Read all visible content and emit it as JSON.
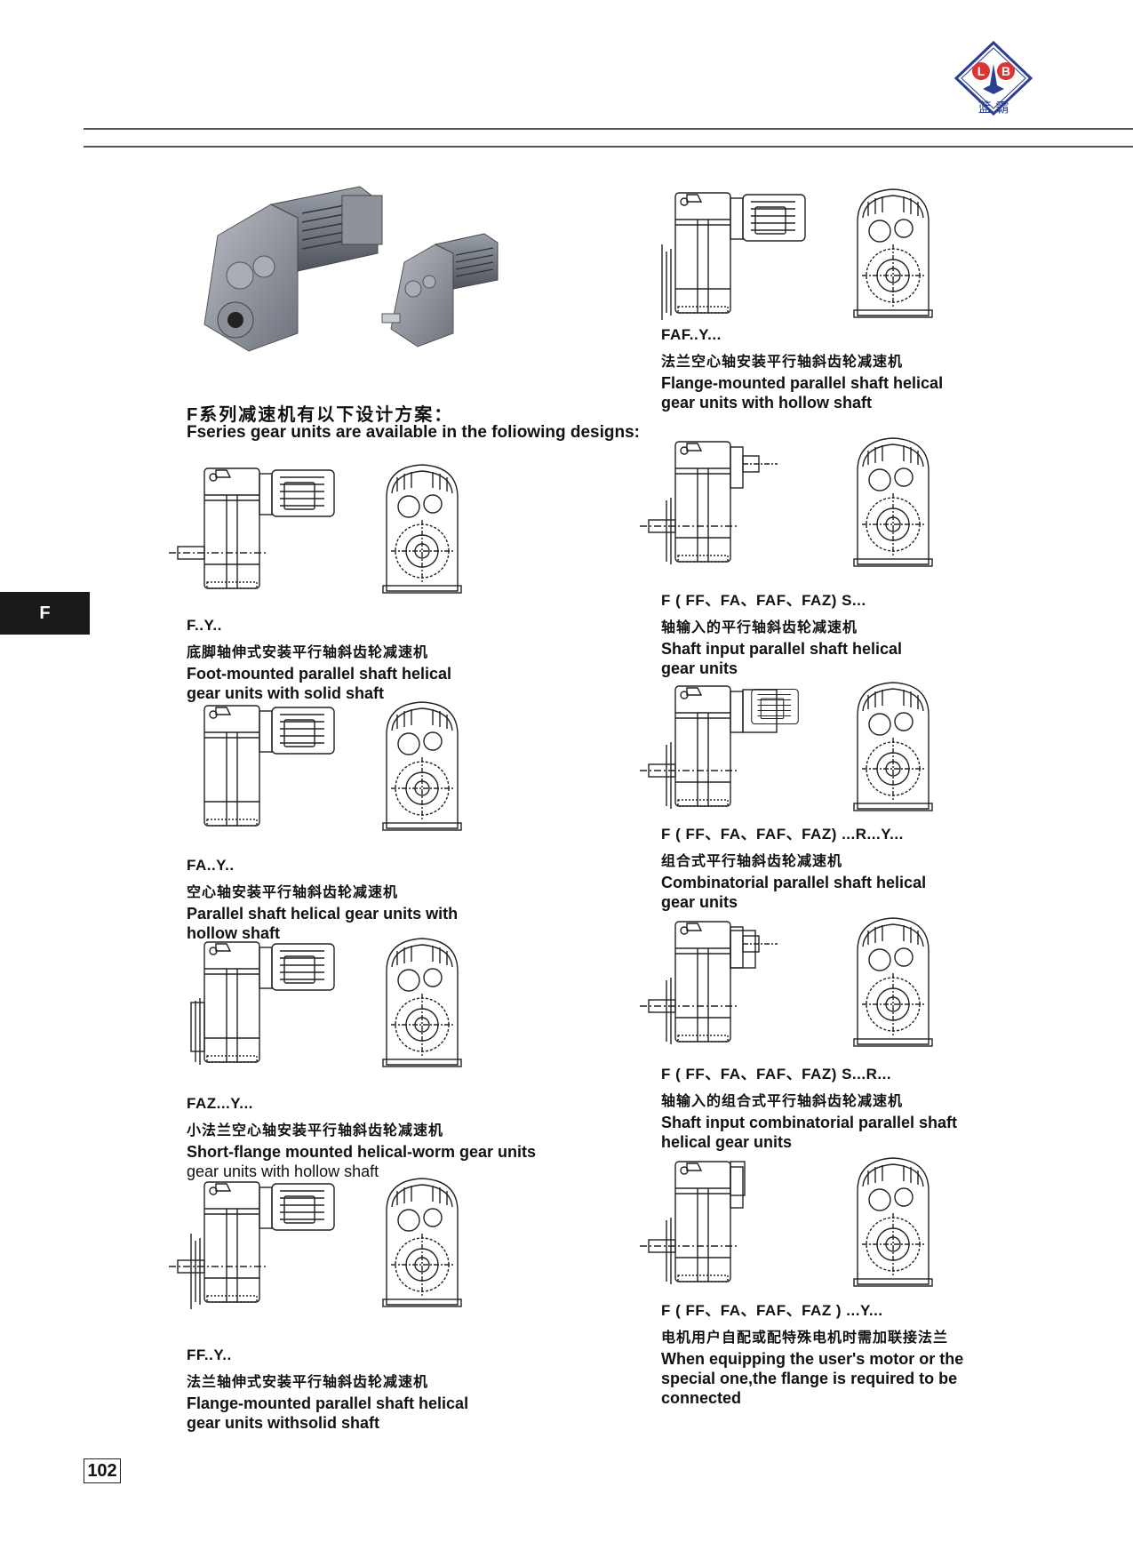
{
  "header": {
    "logo_letters": [
      "L",
      "B"
    ],
    "logo_cn": "蓝 霸",
    "logo_icon": "lb-diamond-logo-icon"
  },
  "side_tab": "F",
  "page_number": "102",
  "intro": {
    "cn": "F系列减速机有以下设计方案：",
    "en": "Fseries gear units are available in the foliowing designs:"
  },
  "left_designs": [
    {
      "code": "F..Y..",
      "cn": "底脚轴伸式安装平行轴斜齿轮减速机",
      "en": [
        "Foot-mounted  parallel  shaft  helical",
        "gear units  with solid shaft"
      ]
    },
    {
      "code": "FA..Y..",
      "cn": "空心轴安装平行轴斜齿轮减速机",
      "en": [
        "Parallel shaft helical gear units with",
        "hollow shaft"
      ]
    },
    {
      "code": "FAZ...Y...",
      "cn": "小法兰空心轴安装平行轴斜齿轮减速机",
      "en": [
        "Short-flange mounted  helical-worm  gear  units",
        "gear units with hollow shaft"
      ]
    },
    {
      "code": "FF..Y..",
      "cn": "法兰轴伸式安装平行轴斜齿轮减速机",
      "en": [
        "Flange-mounted parallel shaft helical",
        "gear units withsolid shaft"
      ]
    }
  ],
  "right_designs": [
    {
      "code": "FAF..Y...",
      "cn": "法兰空心轴安装平行轴斜齿轮减速机",
      "en": [
        "Flange-mounted parallel shaft helical",
        "gear units with hollow shaft"
      ]
    },
    {
      "code": "F ( FF、FA、FAF、FAZ) S...",
      "cn": "轴输入的平行轴斜齿轮减速机",
      "en": [
        "Shaft input parallel shaft helical",
        "gear units"
      ]
    },
    {
      "code": "F ( FF、FA、FAF、FAZ) ...R...Y...",
      "cn": "组合式平行轴斜齿轮减速机",
      "en": [
        "Combinatorial parallel shaft helical",
        "gear units"
      ]
    },
    {
      "code": "F ( FF、FA、FAF、FAZ) S...R...",
      "cn": "轴输入的组合式平行轴斜齿轮减速机",
      "en": [
        "Shaft input combinatorial parallel shaft",
        "helical gear units"
      ]
    },
    {
      "code": "F (  FF、FA、FAF、FAZ ) ...Y...",
      "cn": "电机用户自配或配特殊电机时需加联接法兰",
      "en": [
        "When equipping  the user's  motor or  the",
        "special  one,the  flange  is required  to be",
        "connected"
      ]
    }
  ]
}
